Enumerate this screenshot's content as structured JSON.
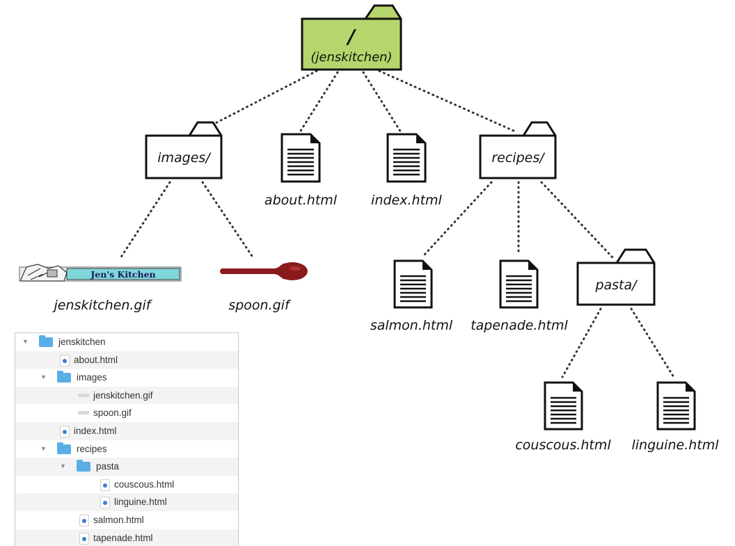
{
  "tree": {
    "root": {
      "slash": "/",
      "name": "(jenskitchen)"
    },
    "nodes": {
      "images": "images/",
      "about": "about.html",
      "index": "index.html",
      "recipes": "recipes/",
      "jenskitchen_gif": "jenskitchen.gif",
      "spoon_gif": "spoon.gif",
      "salmon": "salmon.html",
      "tapenade": "tapenade.html",
      "pasta": "pasta/",
      "couscous": "couscous.html",
      "linguine": "linguine.html"
    },
    "banner_text": "Jen's Kitchen"
  },
  "colors": {
    "root_folder_fill": "#b5d66c",
    "folder_fill": "#ffffff",
    "spoon": "#8a1a1c",
    "finder_folder": "#5aaee6",
    "finder_html_dot": "#3a7fd0"
  },
  "filelist": {
    "rows": [
      {
        "label": "jenskitchen",
        "type": "folder",
        "depth": 0,
        "expanded": true
      },
      {
        "label": "about.html",
        "type": "html",
        "depth": 1
      },
      {
        "label": "images",
        "type": "folder",
        "depth": 1,
        "expanded": true
      },
      {
        "label": "jenskitchen.gif",
        "type": "gif",
        "depth": 2
      },
      {
        "label": "spoon.gif",
        "type": "gif",
        "depth": 2
      },
      {
        "label": "index.html",
        "type": "html",
        "depth": 1
      },
      {
        "label": "recipes",
        "type": "folder",
        "depth": 1,
        "expanded": true
      },
      {
        "label": "pasta",
        "type": "folder",
        "depth": 2,
        "expanded": true
      },
      {
        "label": "couscous.html",
        "type": "html",
        "depth": 3
      },
      {
        "label": "linguine.html",
        "type": "html",
        "depth": 3
      },
      {
        "label": "salmon.html",
        "type": "html",
        "depth": 2
      },
      {
        "label": "tapenade.html",
        "type": "html",
        "depth": 2
      }
    ]
  }
}
